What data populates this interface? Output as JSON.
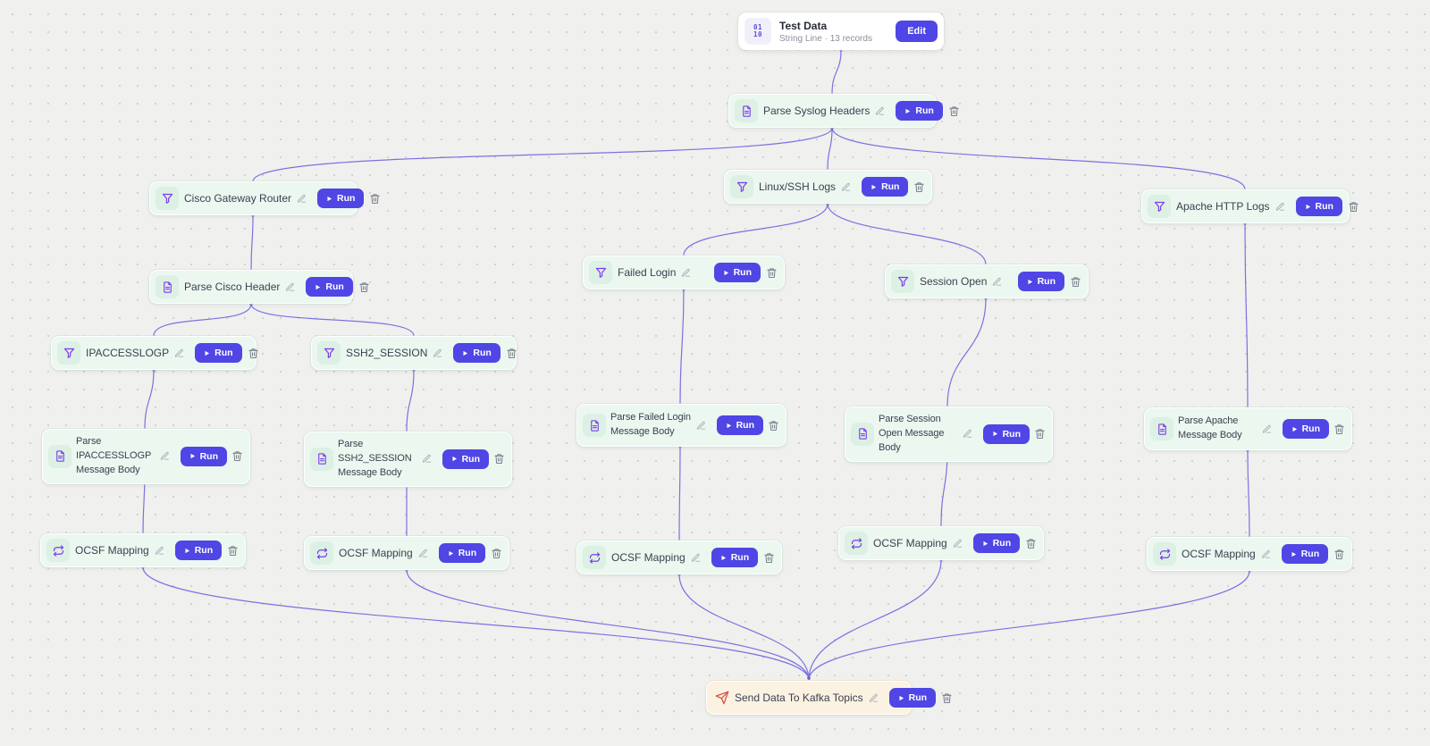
{
  "labels": {
    "run": "Run",
    "edit": "Edit"
  },
  "source_node": {
    "title": "Test Data",
    "subtitle": "String Line · 13 records",
    "icon": "binary-data-icon",
    "icon_lines": [
      "01",
      "10"
    ]
  },
  "nodes": [
    {
      "label": "Parse Syslog Headers",
      "type": "parser",
      "icon": "document-icon"
    },
    {
      "label": "Cisco Gateway Router",
      "type": "filter",
      "icon": "filter-icon"
    },
    {
      "label": "Linux/SSH Logs",
      "type": "filter",
      "icon": "filter-icon"
    },
    {
      "label": "Apache HTTP Logs",
      "type": "filter",
      "icon": "filter-icon"
    },
    {
      "label": "Parse Cisco Header",
      "type": "parser",
      "icon": "document-icon"
    },
    {
      "label": "Failed Login",
      "type": "filter",
      "icon": "filter-icon"
    },
    {
      "label": "Session Open",
      "type": "filter",
      "icon": "filter-icon"
    },
    {
      "label": "IPACCESSLOGP",
      "type": "filter",
      "icon": "filter-icon"
    },
    {
      "label": "SSH2_SESSION",
      "type": "filter",
      "icon": "filter-icon"
    },
    {
      "label": "Parse IPACCESSLOGP Message Body",
      "type": "parser",
      "icon": "document-icon"
    },
    {
      "label": "Parse SSH2_SESSION Message Body",
      "type": "parser",
      "icon": "document-icon"
    },
    {
      "label": "Parse Failed Login Message Body",
      "type": "parser",
      "icon": "document-icon"
    },
    {
      "label": "Parse Session Open Message Body",
      "type": "parser",
      "icon": "document-icon"
    },
    {
      "label": "Parse Apache Message Body",
      "type": "parser",
      "icon": "document-icon"
    },
    {
      "label": "OCSF Mapping",
      "type": "mapper",
      "icon": "mapping-loop-icon"
    },
    {
      "label": "OCSF Mapping",
      "type": "mapper",
      "icon": "mapping-loop-icon"
    },
    {
      "label": "OCSF Mapping",
      "type": "mapper",
      "icon": "mapping-loop-icon"
    },
    {
      "label": "OCSF Mapping",
      "type": "mapper",
      "icon": "mapping-loop-icon"
    },
    {
      "label": "OCSF Mapping",
      "type": "mapper",
      "icon": "mapping-loop-icon"
    }
  ],
  "destination_node": {
    "label": "Send Data To Kafka Topics",
    "type": "destination",
    "icon": "send-icon"
  },
  "edges": [
    {
      "from": "Test Data",
      "to": "Parse Syslog Headers"
    },
    {
      "from": "Parse Syslog Headers",
      "to": "Cisco Gateway Router"
    },
    {
      "from": "Parse Syslog Headers",
      "to": "Linux/SSH Logs"
    },
    {
      "from": "Parse Syslog Headers",
      "to": "Apache HTTP Logs"
    },
    {
      "from": "Cisco Gateway Router",
      "to": "Parse Cisco Header"
    },
    {
      "from": "Parse Cisco Header",
      "to": "IPACCESSLOGP"
    },
    {
      "from": "Parse Cisco Header",
      "to": "SSH2_SESSION"
    },
    {
      "from": "IPACCESSLOGP",
      "to": "Parse IPACCESSLOGP Message Body"
    },
    {
      "from": "SSH2_SESSION",
      "to": "Parse SSH2_SESSION Message Body"
    },
    {
      "from": "Parse IPACCESSLOGP Message Body",
      "to": "OCSF Mapping 1"
    },
    {
      "from": "Parse SSH2_SESSION Message Body",
      "to": "OCSF Mapping 2"
    },
    {
      "from": "Linux/SSH Logs",
      "to": "Failed Login"
    },
    {
      "from": "Linux/SSH Logs",
      "to": "Session Open"
    },
    {
      "from": "Failed Login",
      "to": "Parse Failed Login Message Body"
    },
    {
      "from": "Session Open",
      "to": "Parse Session Open Message Body"
    },
    {
      "from": "Parse Failed Login Message Body",
      "to": "OCSF Mapping 3"
    },
    {
      "from": "Parse Session Open Message Body",
      "to": "OCSF Mapping 4"
    },
    {
      "from": "Apache HTTP Logs",
      "to": "Parse Apache Message Body"
    },
    {
      "from": "Parse Apache Message Body",
      "to": "OCSF Mapping 5"
    },
    {
      "from": "OCSF Mapping 1",
      "to": "Send Data To Kafka Topics"
    },
    {
      "from": "OCSF Mapping 2",
      "to": "Send Data To Kafka Topics"
    },
    {
      "from": "OCSF Mapping 3",
      "to": "Send Data To Kafka Topics"
    },
    {
      "from": "OCSF Mapping 4",
      "to": "Send Data To Kafka Topics"
    },
    {
      "from": "OCSF Mapping 5",
      "to": "Send Data To Kafka Topics"
    }
  ],
  "colors": {
    "accent": "#4f46e5",
    "edge": "#7b71e1",
    "node_green": "#ecf7f0",
    "node_cream": "#fcf2e2",
    "icon_purple": "#7c3aed",
    "send_red": "#d94f43",
    "canvas_bg": "#f0f0ee"
  }
}
